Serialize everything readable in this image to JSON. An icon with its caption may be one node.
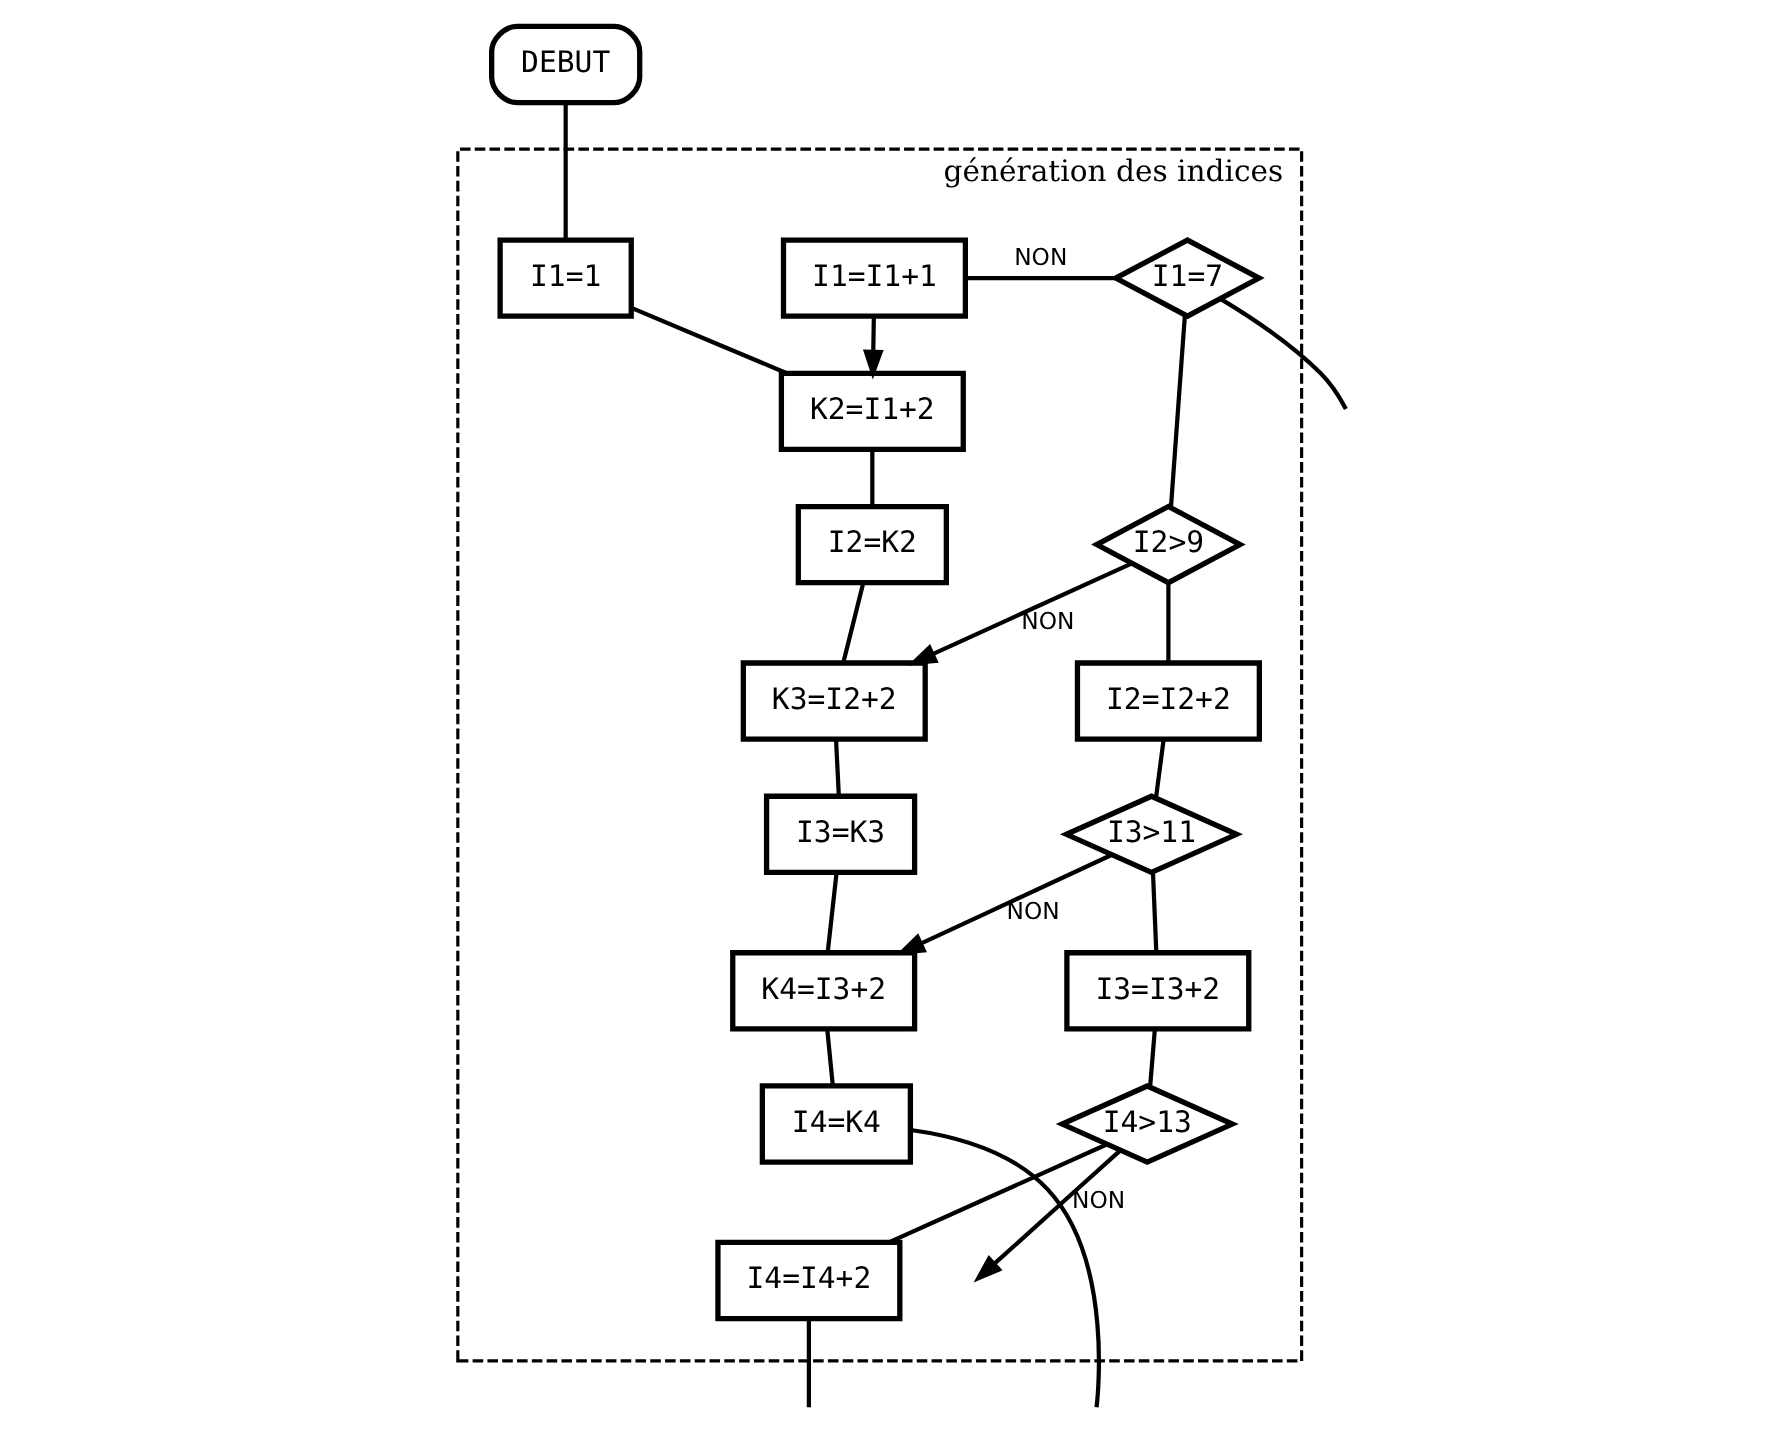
{
  "diagram": {
    "nodes": [
      {
        "text": [
          "DEBUT"
        ]
      },
      {
        "text": [
          "génération des indices"
        ]
      },
      {
        "text": [
          "I1=1"
        ],
        "in": 1
      },
      {
        "text": [
          "K2=I1+2"
        ],
        "in": 1
      },
      {
        "text": [
          "I2=K2"
        ],
        "in": 1
      },
      {
        "text": [
          "K3=I2+2"
        ],
        "in": 1
      },
      {
        "text": [
          "I3=K3"
        ],
        "in": 1
      },
      {
        "text": [
          "K4=I3+2"
        ],
        "in": 1
      },
      {
        "text": [
          "I4=K4"
        ],
        "in": 1
      },
      {
        "text": [
          "I1=I1+1"
        ],
        "in": 1
      },
      {
        "text": [
          "I1=7"
        ],
        "in": 1
      },
      {
        "text": [
          "I2>9"
        ],
        "in": 1
      },
      {
        "text": [
          "I2=I2+2"
        ],
        "in": 1
      },
      {
        "text": [
          "I3>11"
        ],
        "in": 1
      },
      {
        "text": [
          "I3=I3+2"
        ],
        "in": 1
      },
      {
        "text": [
          "I4>13"
        ],
        "in": 1
      },
      {
        "text": [
          "I4=I4+2"
        ],
        "in": 1
      }
    ],
    "edges": [
      {
        "from": 0,
        "to": 2,
        "arrow": "none"
      },
      {
        "from": 2,
        "to": 3,
        "arrow": "none"
      },
      {
        "from": 3,
        "to": 4,
        "arrow": "none"
      },
      {
        "from": 4,
        "to": 5,
        "arrow": "none"
      },
      {
        "from": 5,
        "to": 6,
        "arrow": "none"
      },
      {
        "from": 6,
        "to": 7,
        "arrow": "none"
      },
      {
        "from": 7,
        "to": 8,
        "arrow": "none"
      },
      {
        "from": 8,
        "to": null,
        "arrow": "none"
      },
      {
        "from": 10,
        "to": 9,
        "label": "NON",
        "arrow": "none"
      },
      {
        "from": 9,
        "to": 3,
        "arrow": "to"
      },
      {
        "from": 10,
        "to": null,
        "arrow": "none"
      },
      {
        "from": 10,
        "to": 11,
        "arrow": "none"
      },
      {
        "from": 11,
        "to": 5,
        "label": "NON",
        "arrow": "to"
      },
      {
        "from": 11,
        "to": 12,
        "arrow": "none"
      },
      {
        "from": 12,
        "to": 13,
        "arrow": "none"
      },
      {
        "from": 13,
        "to": 7,
        "label": "NON",
        "arrow": "to"
      },
      {
        "from": 13,
        "to": 14,
        "arrow": "none"
      },
      {
        "from": 14,
        "to": 15,
        "arrow": "none"
      },
      {
        "from": 15,
        "to": null,
        "label": "NON",
        "arrow": "to"
      },
      {
        "from": 15,
        "to": 16,
        "arrow": "none"
      },
      {
        "from": 16,
        "to": null,
        "arrow": "none"
      }
    ]
  }
}
